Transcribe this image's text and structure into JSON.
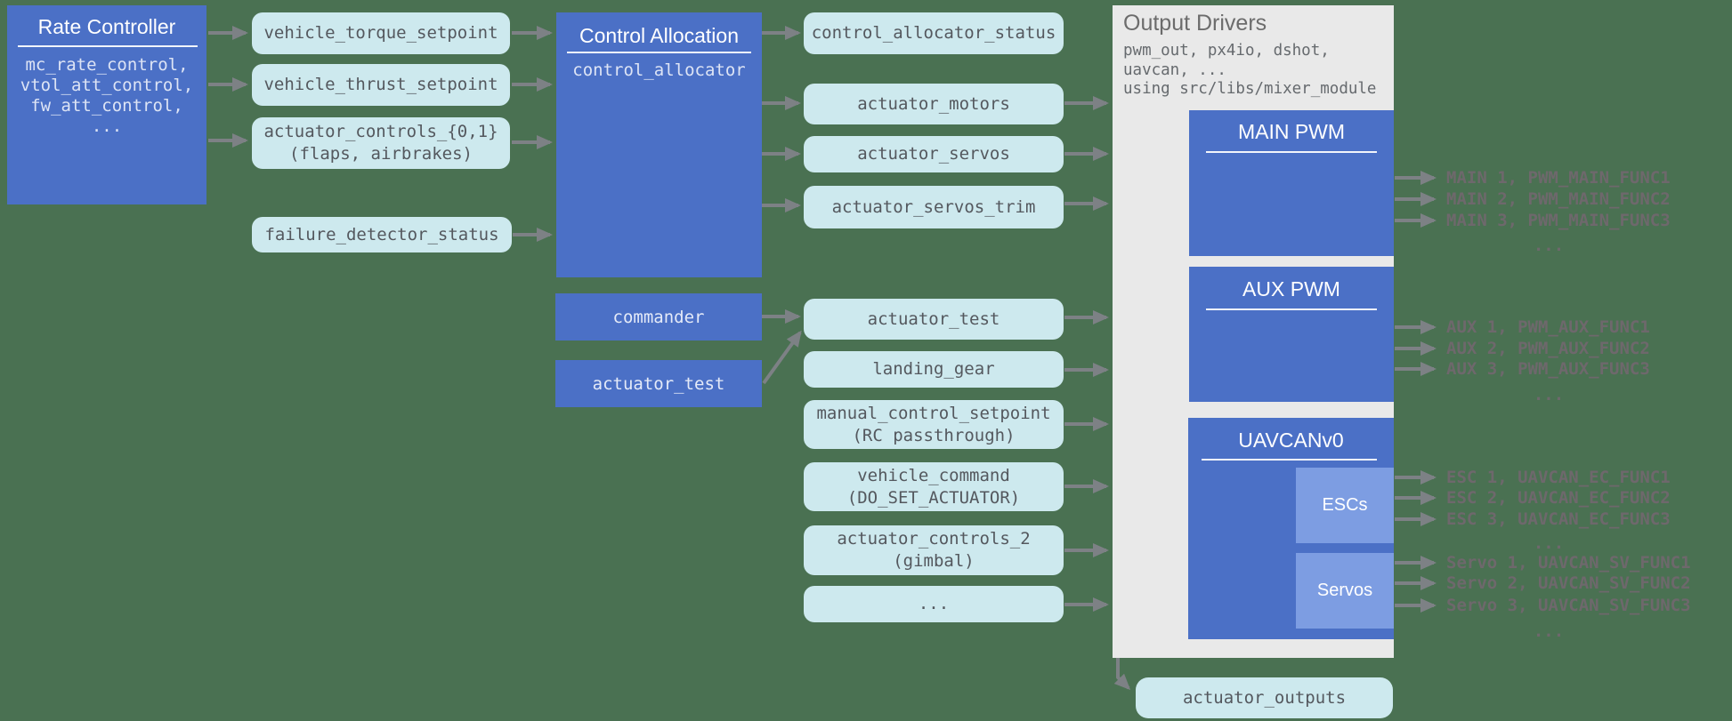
{
  "colors": {
    "background": "#4a7152",
    "box_blue": "#4b70c6",
    "box_blue_light": "#7d9de2",
    "box_cyan": "#cde9ee",
    "box_gray": "#e9e9e9",
    "arrow": "#7d8185",
    "cyan_text": "#54585e",
    "output_label_text": "#6e686c"
  },
  "rate_controller": {
    "title": "Rate Controller",
    "lines": "mc_rate_control,\nvtol_att_control,\nfw_att_control,\n..."
  },
  "inputs": [
    {
      "line1": "vehicle_torque_setpoint"
    },
    {
      "line1": "vehicle_thrust_setpoint"
    },
    {
      "line1": "actuator_controls_{0,1}",
      "line2": "(flaps, airbrakes)"
    },
    {
      "line1": "failure_detector_status"
    }
  ],
  "control_allocation": {
    "title": "Control Allocation",
    "module": "control_allocator"
  },
  "sources": {
    "commander": "commander",
    "actuator_test": "actuator_test"
  },
  "allocation_outputs": [
    {
      "line1": "control_allocator_status"
    },
    {
      "line1": "actuator_motors"
    },
    {
      "line1": "actuator_servos"
    },
    {
      "line1": "actuator_servos_trim"
    }
  ],
  "passthrough": [
    {
      "line1": "actuator_test"
    },
    {
      "line1": "landing_gear"
    },
    {
      "line1": "manual_control_setpoint",
      "line2": "(RC passthrough)"
    },
    {
      "line1": "vehicle_command",
      "line2": "(DO_SET_ACTUATOR)"
    },
    {
      "line1": "actuator_controls_2",
      "line2": "(gimbal)"
    },
    {
      "line1": "..."
    }
  ],
  "output_drivers": {
    "title": "Output Drivers",
    "lines": "pwm_out, px4io, dshot,\nuavcan, ...\nusing src/libs/mixer_module",
    "main_pwm": "MAIN PWM",
    "aux_pwm": "AUX PWM",
    "uavcan": "UAVCANv0",
    "escs": "ESCs",
    "servos": "Servos"
  },
  "pwm_outputs": {
    "main": [
      "MAIN 1, PWM_MAIN_FUNC1",
      "MAIN 2, PWM_MAIN_FUNC2",
      "MAIN 3, PWM_MAIN_FUNC3"
    ],
    "aux": [
      "AUX 1, PWM_AUX_FUNC1",
      "AUX 2, PWM_AUX_FUNC2",
      "AUX 3, PWM_AUX_FUNC3"
    ],
    "esc": [
      "ESC 1, UAVCAN_EC_FUNC1",
      "ESC 2, UAVCAN_EC_FUNC2",
      "ESC 3, UAVCAN_EC_FUNC3"
    ],
    "servo": [
      "Servo 1, UAVCAN_SV_FUNC1",
      "Servo 2, UAVCAN_SV_FUNC2",
      "Servo 3, UAVCAN_SV_FUNC3"
    ],
    "more": "..."
  },
  "actuator_outputs_label": "actuator_outputs"
}
